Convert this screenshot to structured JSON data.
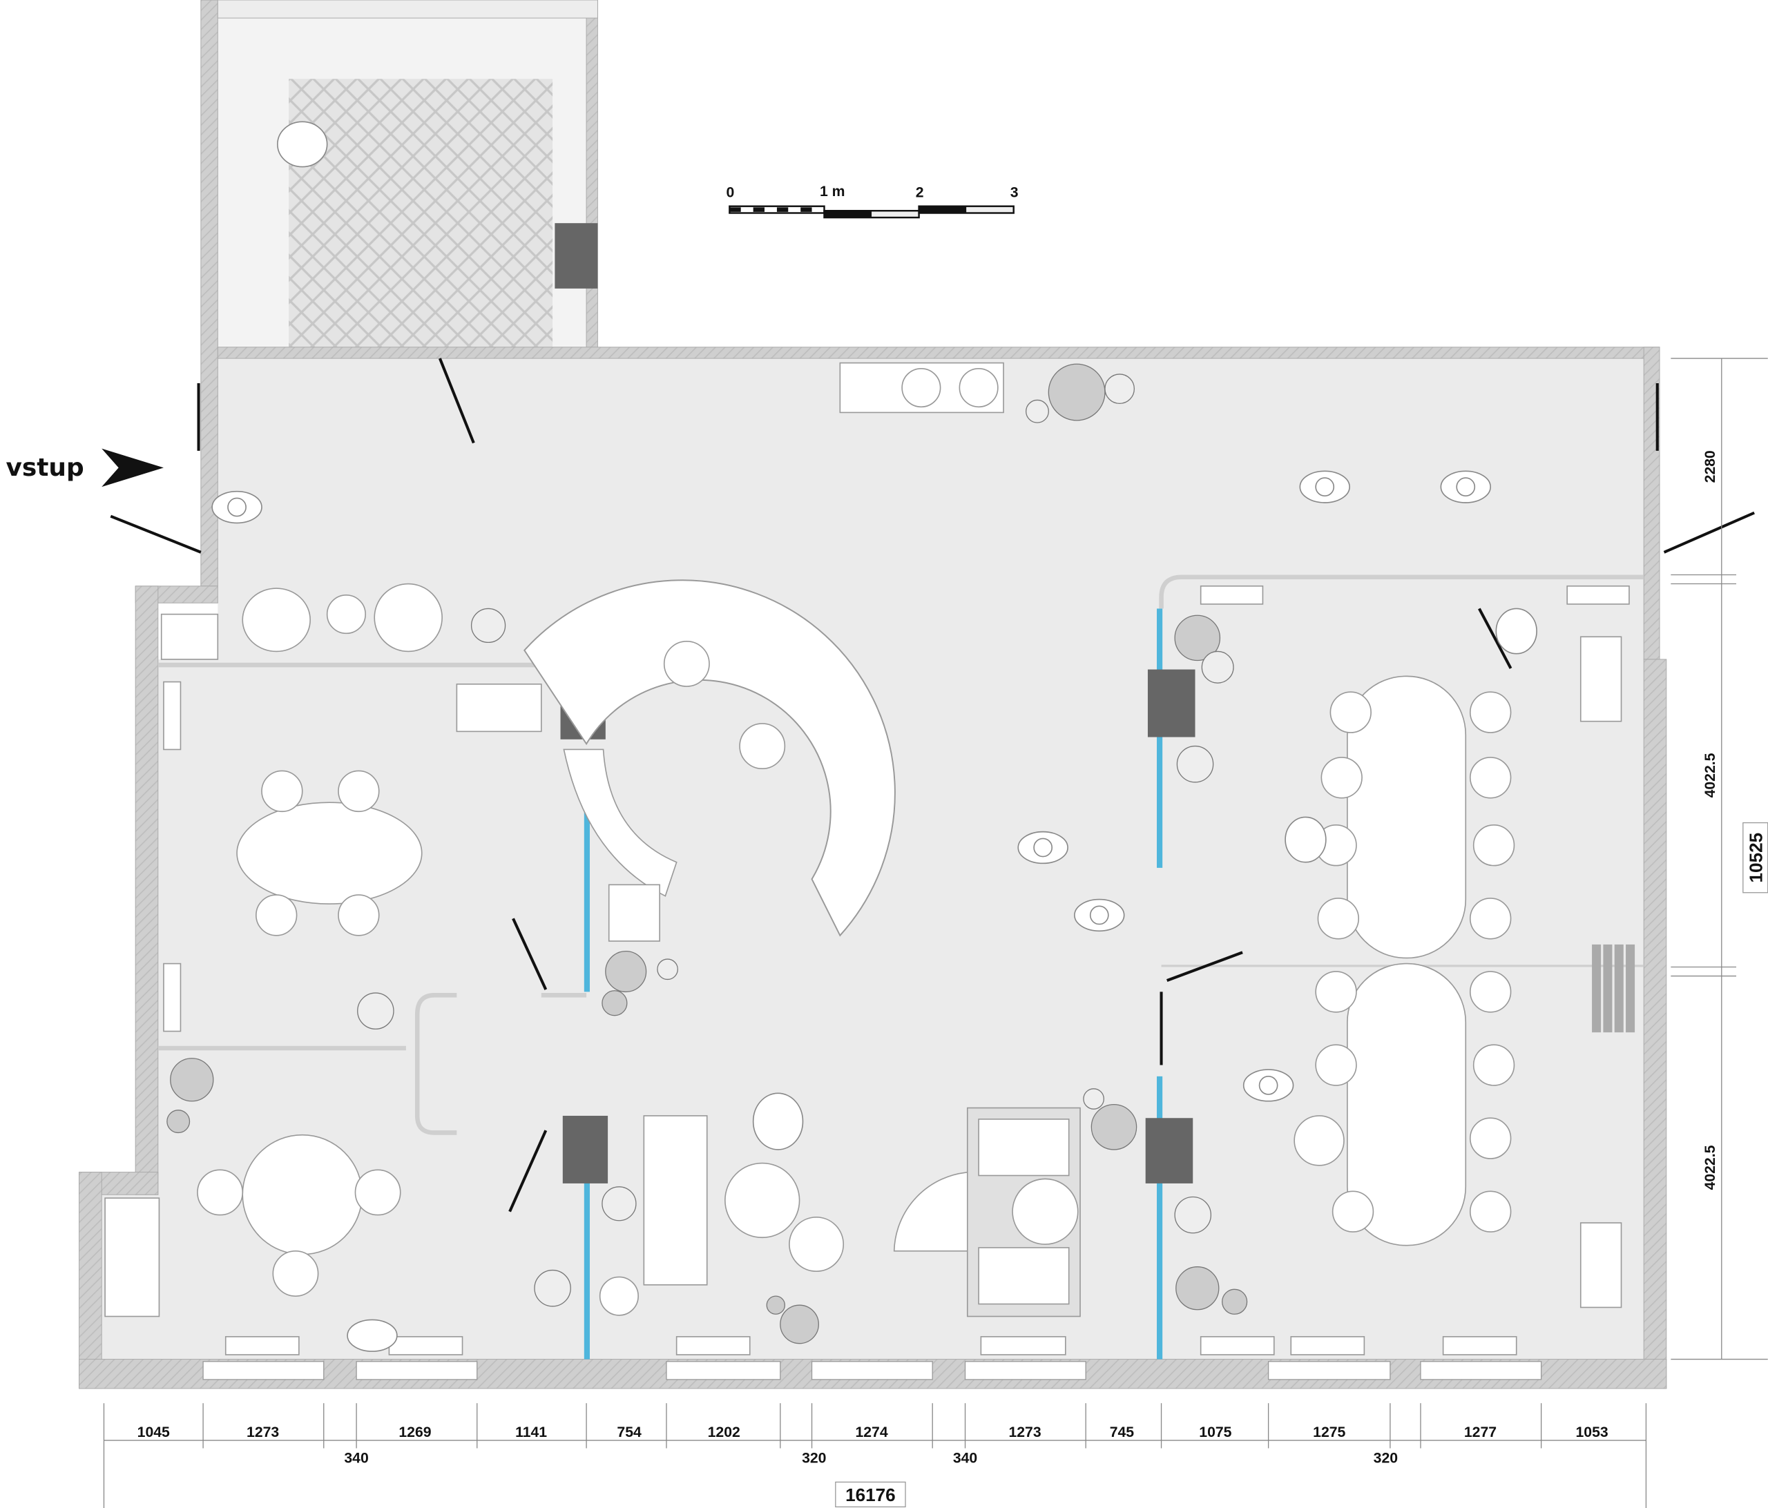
{
  "entrance_label": "vstup",
  "scale_bar": {
    "ticks": [
      "0",
      "1 m",
      "2",
      "3"
    ]
  },
  "dimensions": {
    "bottom_segments": [
      "1045",
      "1273",
      "1269",
      "1141",
      "754",
      "1202",
      "1274",
      "1273",
      "745",
      "1075",
      "1275",
      "1277",
      "1053"
    ],
    "bottom_piers": [
      "340",
      "320",
      "340",
      "320"
    ],
    "total_width": "16176",
    "right_segments": [
      "2280",
      "4022.5",
      "4022.5"
    ],
    "total_height": "10525"
  },
  "colors": {
    "floor": "#ebebeb",
    "wall": "#c9c9c9",
    "glass": "#4fb6dc",
    "column": "#666666",
    "ink": "#111111"
  }
}
